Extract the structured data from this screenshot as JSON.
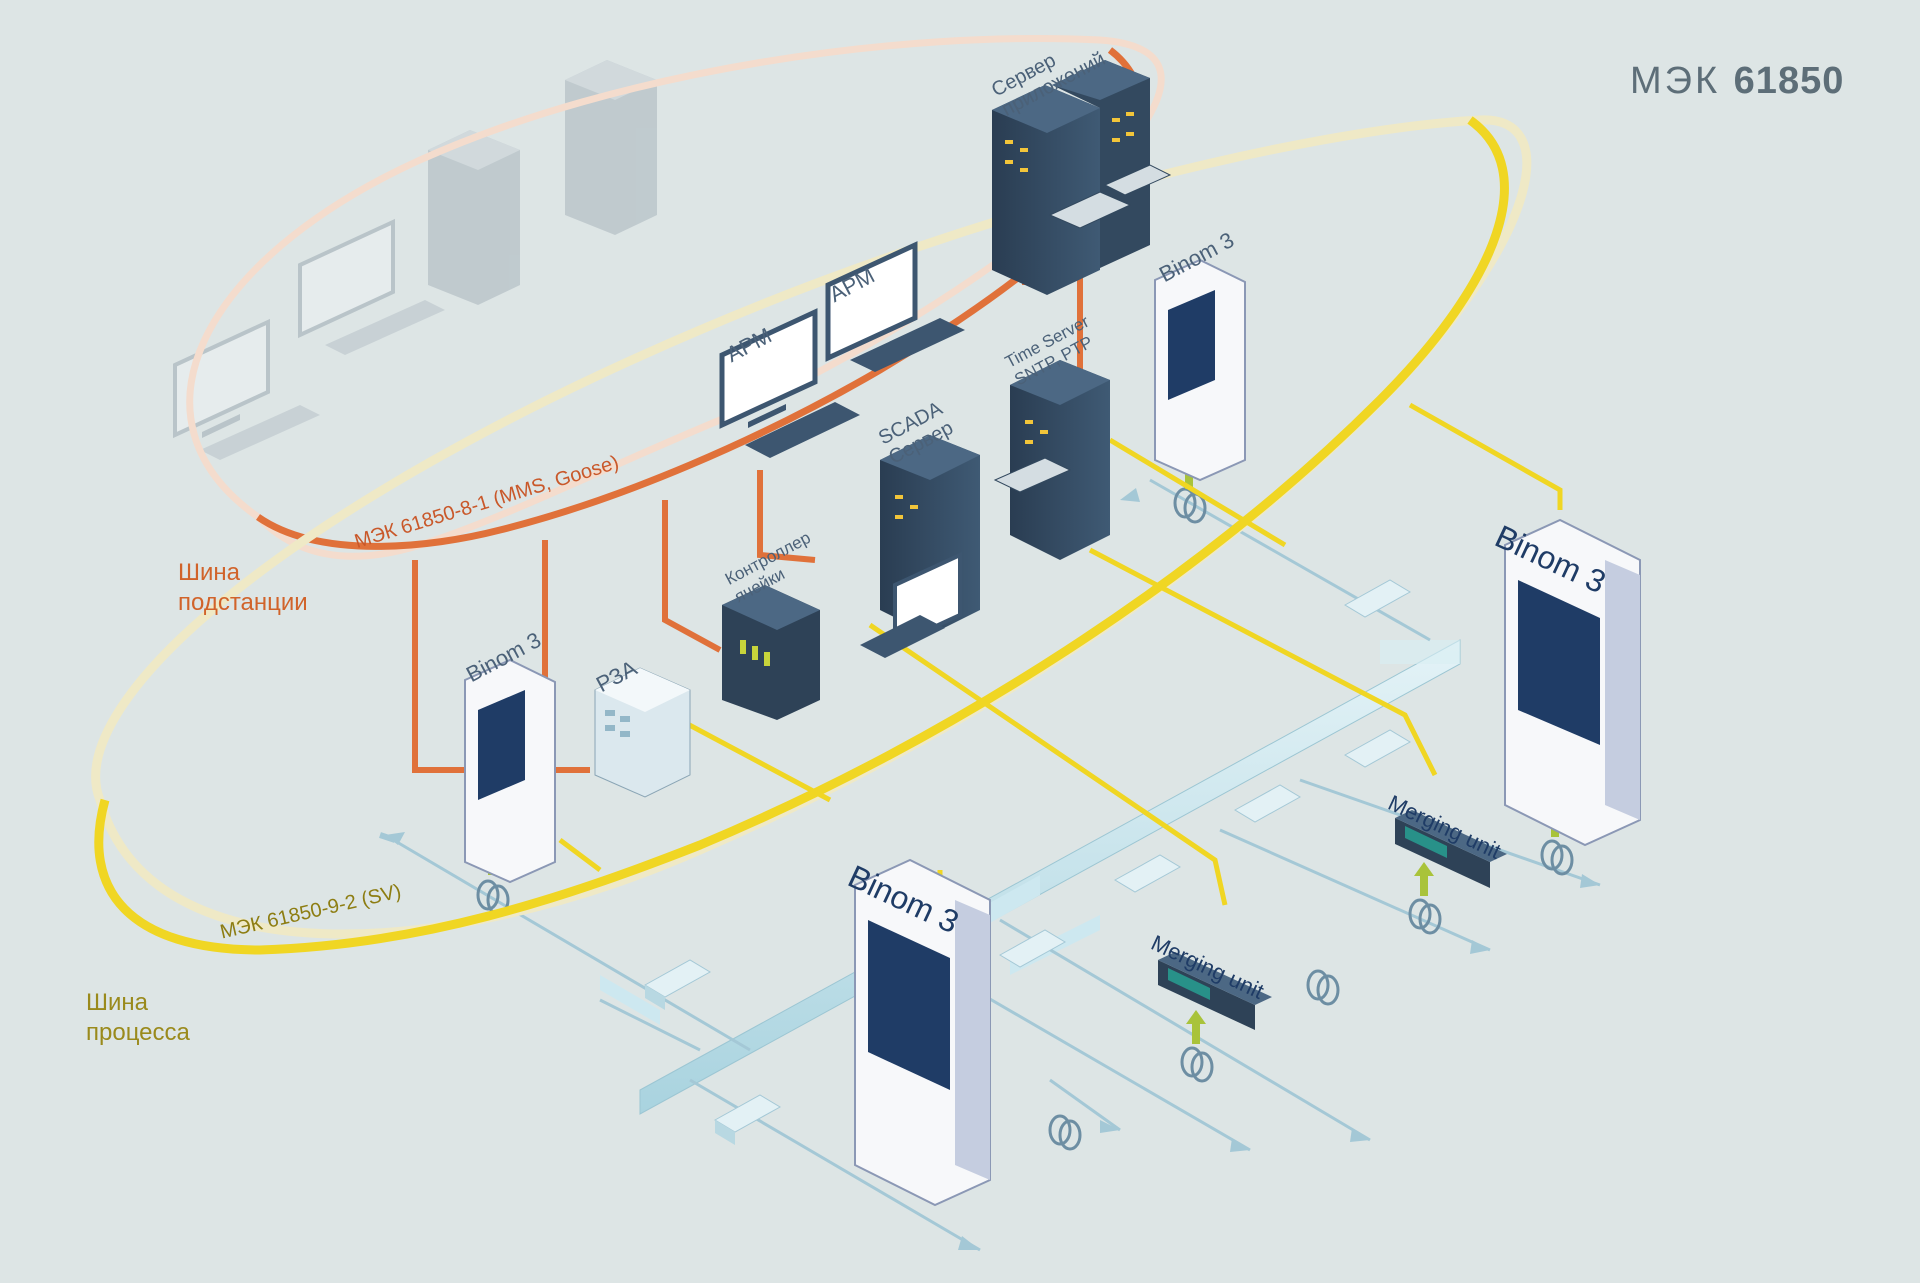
{
  "title": {
    "prefix": "МЭК",
    "number": "61850"
  },
  "buses": {
    "station": {
      "line1": "Шина",
      "line2": "подстанции",
      "protocol": "МЭК 61850-8-1 (MMS, Goose)",
      "color": "#e0713a"
    },
    "process": {
      "line1": "Шина",
      "line2": "процесса",
      "protocol": "МЭК 61850-9-2 (SV)",
      "color": "#f0d623"
    }
  },
  "devices": {
    "app_server": {
      "line1": "Сервер",
      "line2": "приложений"
    },
    "arm1": "АРМ",
    "arm2": "АРМ",
    "scada": {
      "line1": "SCADA",
      "line2": "Сервер"
    },
    "time_server": {
      "line1": "Time Server",
      "line2": "SNTP, PTP"
    },
    "bay_controller": {
      "line1": "Контроллер",
      "line2": "ячейки"
    },
    "rza": "РЗА",
    "binom_small_left": "Binom 3",
    "binom_small_top": "Binom 3",
    "binom_big_right": "Binom 3",
    "binom_big_center": "Binom 3",
    "merging_unit_1": "Merging unit",
    "merging_unit_2": "Merging unit"
  },
  "colors": {
    "background": "#dde5e5",
    "rack": "#2e4257",
    "rack_light": "#3f5a74",
    "faded": "#bcc6cc",
    "pipe": "#bfe0ea"
  }
}
